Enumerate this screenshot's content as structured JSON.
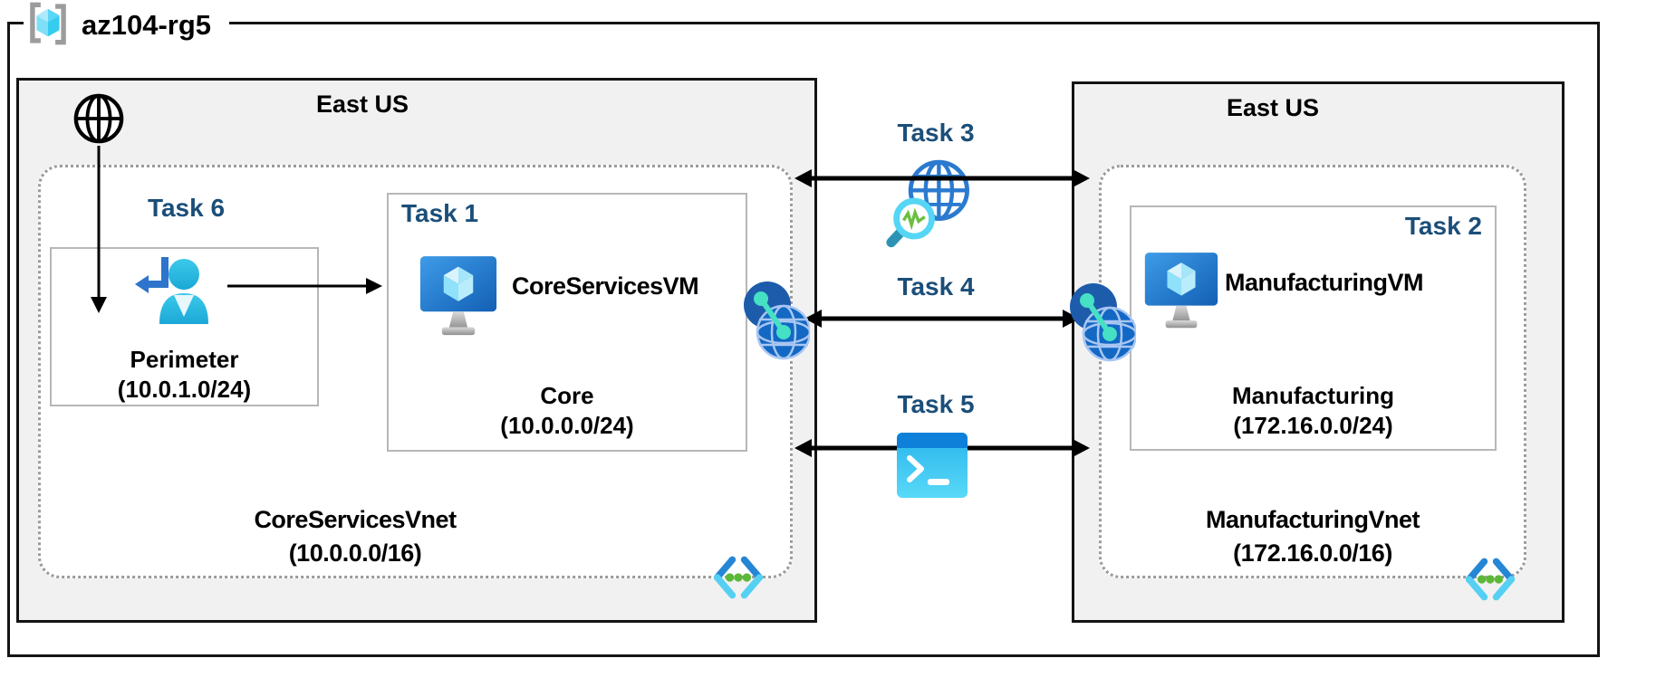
{
  "resource_group": {
    "name": "az104-rg5"
  },
  "left_region": {
    "label": "East US",
    "task6": "Task 6",
    "perimeter_subnet": {
      "name": "Perimeter",
      "cidr": "(10.0.1.0/24)"
    },
    "task1": "Task 1",
    "vm_name": "CoreServicesVM",
    "core_subnet": {
      "name": "Core",
      "cidr": "(10.0.0.0/24)"
    },
    "vnet": {
      "name": "CoreServicesVnet",
      "cidr": "(10.0.0.0/16)"
    }
  },
  "right_region": {
    "label": "East US",
    "task2": "Task 2",
    "vm_name": "ManufacturingVM",
    "manufacturing_subnet": {
      "name": "Manufacturing",
      "cidr": "(172.16.0.0/24)"
    },
    "vnet": {
      "name": "ManufacturingVnet",
      "cidr": "(172.16.0.0/16)"
    }
  },
  "connections": {
    "task3": "Task 3",
    "task4": "Task 4",
    "task5": "Task 5"
  },
  "icons": {
    "resource_group": "resource-group-brackets-cube-icon",
    "internet": "internet-globe-icon",
    "perimeter_user": "user-with-return-arrow-icon",
    "virtual_machine": "azure-vm-monitor-cube-icon",
    "peering": "vnet-peering-globes-icon",
    "network_watcher": "globe-with-magnifier-icon",
    "cloud_shell": "terminal-prompt-icon",
    "virtual_network": "angle-brackets-dots-icon"
  },
  "colors": {
    "task_label": "#1b4e79",
    "region_fill": "#f1f1f1",
    "frame_border": "#141414",
    "box_border_gray": "#b7b7b7",
    "dotted_border": "#9b9b9b",
    "azure_blue": "#1368c4",
    "cyan": "#55d0f2",
    "teal": "#46e0c4",
    "green": "#5cb838"
  }
}
